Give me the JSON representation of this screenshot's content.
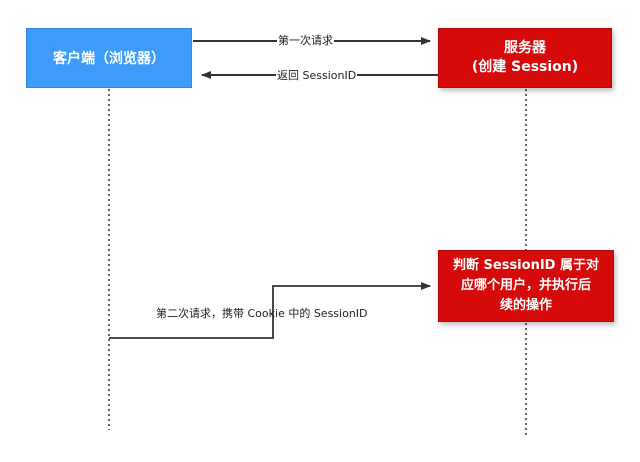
{
  "client": {
    "title": "客户端（浏览器）"
  },
  "server": {
    "line1": "服务器",
    "line2": "(创建 Session)"
  },
  "judge": {
    "lines": [
      "判断 SessionID 属于对",
      "应哪个用户，并执行后",
      "续的操作"
    ]
  },
  "messages": {
    "first_request": "第一次请求",
    "return_session": "返回 SessionID",
    "second_request": "第二次请求，携带 Cookie 中的 SessionID"
  },
  "colors": {
    "client": "#3d9bfa",
    "server": "#d60a0a",
    "line": "#333333"
  }
}
